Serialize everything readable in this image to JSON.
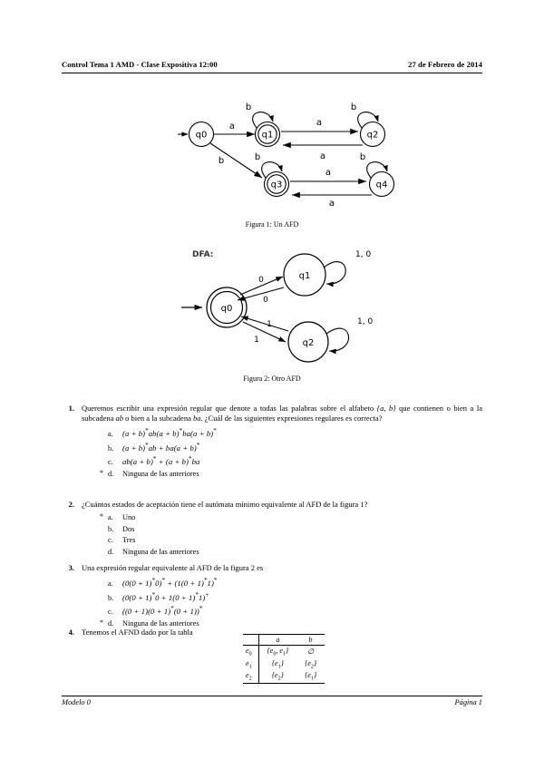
{
  "header": {
    "title": "Control Tema 1 AMD - Clase Expositiva 12:00",
    "date": "27 de Febrero de 2014"
  },
  "footer": {
    "left": "Modelo 0",
    "right": "Página 1"
  },
  "figures": [
    {
      "id": "figure-1",
      "caption": "Figura 1: Un AFD",
      "label": "",
      "states": [
        {
          "name": "q0",
          "accepting": false,
          "start": true
        },
        {
          "name": "q1",
          "accepting": true,
          "start": false
        },
        {
          "name": "q2",
          "accepting": false,
          "start": false
        },
        {
          "name": "q3",
          "accepting": true,
          "start": false
        },
        {
          "name": "q4",
          "accepting": false,
          "start": false
        }
      ],
      "transitions": [
        {
          "from": "q0",
          "to": "q1",
          "label": "a"
        },
        {
          "from": "q0",
          "to": "q3",
          "label": "b"
        },
        {
          "from": "q1",
          "to": "q1",
          "label": "b"
        },
        {
          "from": "q1",
          "to": "q2",
          "label": "a"
        },
        {
          "from": "q2",
          "to": "q1",
          "label": "a"
        },
        {
          "from": "q2",
          "to": "q2",
          "label": "b"
        },
        {
          "from": "q3",
          "to": "q3",
          "label": "b"
        },
        {
          "from": "q3",
          "to": "q4",
          "label": "a"
        },
        {
          "from": "q4",
          "to": "q3",
          "label": "a"
        },
        {
          "from": "q4",
          "to": "q4",
          "label": "b"
        }
      ]
    },
    {
      "id": "figure-2",
      "caption": "Figura 2: Otro AFD",
      "label": "DFA:",
      "states": [
        {
          "name": "q0",
          "accepting": true,
          "start": true
        },
        {
          "name": "q1",
          "accepting": false,
          "start": false
        },
        {
          "name": "q2",
          "accepting": false,
          "start": false
        }
      ],
      "transitions": [
        {
          "from": "q0",
          "to": "q1",
          "label": "0"
        },
        {
          "from": "q1",
          "to": "q0",
          "label": "0"
        },
        {
          "from": "q0",
          "to": "q2",
          "label": "1"
        },
        {
          "from": "q2",
          "to": "q0",
          "label": "1"
        },
        {
          "from": "q1",
          "to": "q1",
          "label": "1, 0"
        },
        {
          "from": "q2",
          "to": "q2",
          "label": "1, 0"
        }
      ]
    }
  ],
  "questions": [
    {
      "number": "1.",
      "text_parts": {
        "p1": "Queremos escribir una expresión regular que denote a todas las palabras sobre el alfabeto ",
        "alphabet": "{a, b}",
        "p2": " que contienen o bien a la subcadena ",
        "sub1": "ab",
        "p3": " o bien a la subcadena ",
        "sub2": "ba",
        "p4": ". ¿Cuál de las siguientes expresiones regulares es correcta?"
      },
      "options": [
        {
          "letter": "a.",
          "marked": false,
          "text": "(a + b)*ab(a + b)*ba(a + b)*"
        },
        {
          "letter": "b.",
          "marked": false,
          "text": "(a + b)*ab + ba(a + b)*"
        },
        {
          "letter": "c.",
          "marked": false,
          "text": "ab(a + b)* + (a + b)*ba"
        },
        {
          "letter": "d.",
          "marked": true,
          "text": "Ninguna de las anteriores"
        }
      ]
    },
    {
      "number": "2.",
      "text": "¿Cuántos estados de aceptación tiene el autómata mínimo equivalente al AFD de la figura 1?",
      "options": [
        {
          "letter": "a.",
          "marked": true,
          "text": "Uno"
        },
        {
          "letter": "b.",
          "marked": false,
          "text": "Dos"
        },
        {
          "letter": "c.",
          "marked": false,
          "text": "Tres"
        },
        {
          "letter": "d.",
          "marked": false,
          "text": "Ninguna de las anteriores"
        }
      ]
    },
    {
      "number": "3.",
      "text": "Una expresión regular equivalente al AFD de la figura 2 es",
      "options": [
        {
          "letter": "a.",
          "marked": false,
          "text": "(0(0 + 1)*0)* + (1(0 + 1)*1)*"
        },
        {
          "letter": "b.",
          "marked": false,
          "text": "(0(0 + 1)*0 + 1(0 + 1)*1)+"
        },
        {
          "letter": "c.",
          "marked": false,
          "text": "((0 + 1)(0 + 1)*(0 + 1))*"
        },
        {
          "letter": "d.",
          "marked": true,
          "text": "Ninguna de las anteriores"
        }
      ]
    },
    {
      "number": "4.",
      "text": "Tenemos el AFND dado por la tabla",
      "options": []
    }
  ],
  "afnd_table": {
    "columns": [
      "",
      "a",
      "b"
    ],
    "rows": [
      {
        "state": "e0",
        "a": "{e0, e1}",
        "b": "∅"
      },
      {
        "state": "e1",
        "a": "{e1}",
        "b": "{e2}"
      },
      {
        "state": "e2",
        "a": "{e2}",
        "b": "{e1}"
      }
    ]
  }
}
